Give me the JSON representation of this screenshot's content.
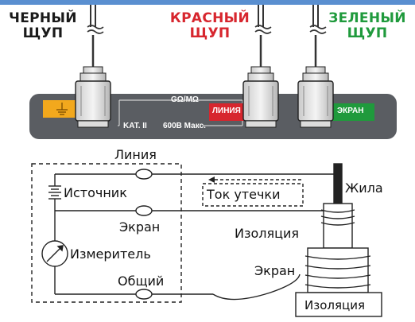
{
  "probes": {
    "black": {
      "line1": "ЧЕРНЫЙ",
      "line2": "ЩУП",
      "color": "#1a1a1a"
    },
    "red": {
      "line1": "КРАСНЫЙ",
      "line2": "ЩУП",
      "color": "#d7262e"
    },
    "green": {
      "line1": "ЗЕЛЕНЫЙ",
      "line2": "ЩУП",
      "color": "#1f9a3c"
    }
  },
  "panel": {
    "range_label": "GΩ/MΩ",
    "category_label": "KAT. II",
    "voltage_label": "600В Макс.",
    "line_terminal": "ЛИНИЯ",
    "screen_terminal": "ЭКРАН",
    "ground_symbol": "⏚",
    "panel_color": "#5a5d62",
    "ground_color": "#f2a81d",
    "line_color": "#d7262e",
    "screen_color": "#1f9a3c"
  },
  "diagram": {
    "line_label": "Линия",
    "source_label": "Источник",
    "leak_current_label": "Ток утечки",
    "core_label": "Жила",
    "screen_label_top": "Экран",
    "insulation_label_top": "Изоляция",
    "meter_label": "Измеритель",
    "screen_label_bottom": "Экран",
    "common_label": "Общий",
    "insulation_label_box": "Изоляция"
  }
}
